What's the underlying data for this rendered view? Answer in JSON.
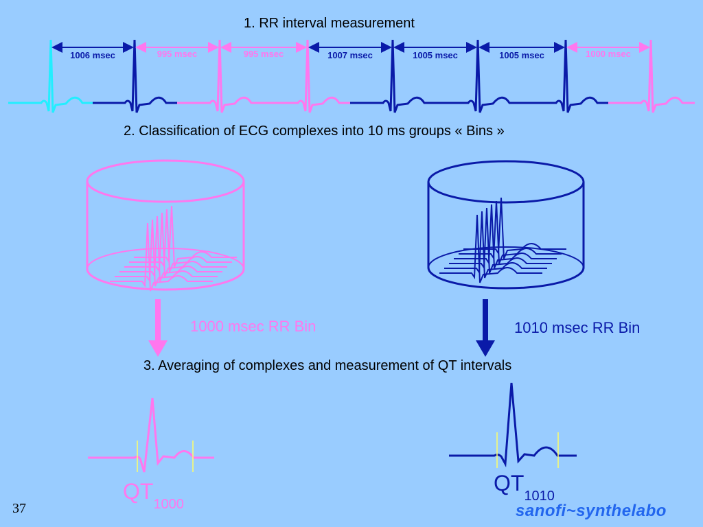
{
  "colors": {
    "background": "#99ccff",
    "pink": "#ff77ee",
    "navy": "#0a1aa8",
    "cyan": "#22eeff",
    "marker": "#ffff66"
  },
  "steps": {
    "step1": "1. RR interval measurement",
    "step2": "2. Classification of ECG complexes into 10 ms groups « Bins »",
    "step3": "3. Averaging of complexes and measurement of QT intervals"
  },
  "rr_intervals": [
    {
      "label": "1006 msec",
      "color": "navy"
    },
    {
      "label": "995 msec",
      "color": "pink"
    },
    {
      "label": "995 msec",
      "color": "pink"
    },
    {
      "label": "1007 msec",
      "color": "navy"
    },
    {
      "label": "1005 msec",
      "color": "navy"
    },
    {
      "label": "1005 msec",
      "color": "navy"
    },
    {
      "label": "1000  msec",
      "color": "pink"
    }
  ],
  "bins": {
    "left": {
      "label": "1000 msec RR Bin"
    },
    "right": {
      "label": "1010 msec RR Bin"
    }
  },
  "qt": {
    "left": {
      "main": "QT",
      "sub": "1000"
    },
    "right": {
      "main": "QT",
      "sub": "1010"
    }
  },
  "footer": {
    "slide_number": "37",
    "logo": "sanofi~synthelabo"
  }
}
